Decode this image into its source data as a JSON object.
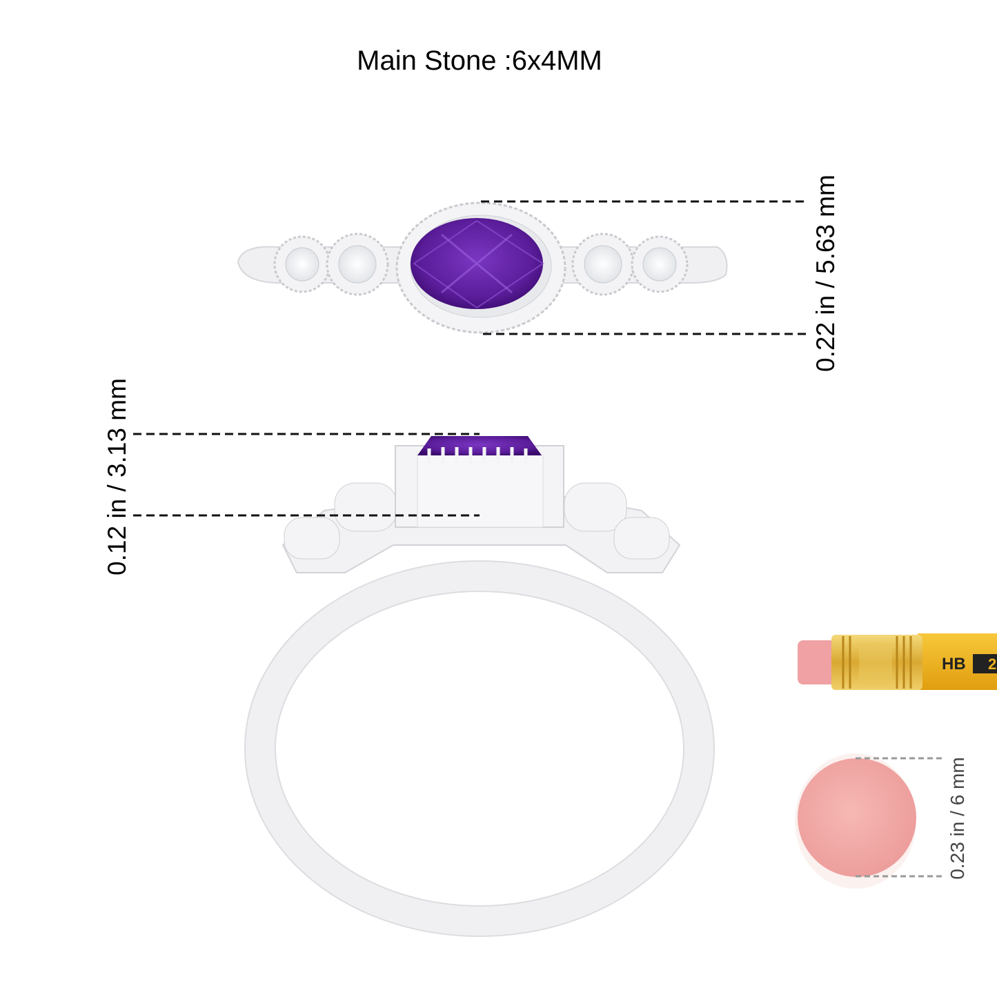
{
  "title": "Main Stone :6x4MM",
  "dimensions": {
    "top_view": "0.22 in / 5.63 mm",
    "side_view": "0.12 in / 3.13 mm",
    "eraser": "0.23 in / 6 mm"
  },
  "pencil": {
    "grade": "HB",
    "number": "2"
  },
  "colors": {
    "metal": "#f0f0f2",
    "metal_edge": "#cfd0d4",
    "gem": "#5b1d9a",
    "gem_dark": "#3a0a6e",
    "eraser": "#f2a8a8",
    "pencil_body": "#f0b21c",
    "ferrule": "#e3bd4a"
  }
}
